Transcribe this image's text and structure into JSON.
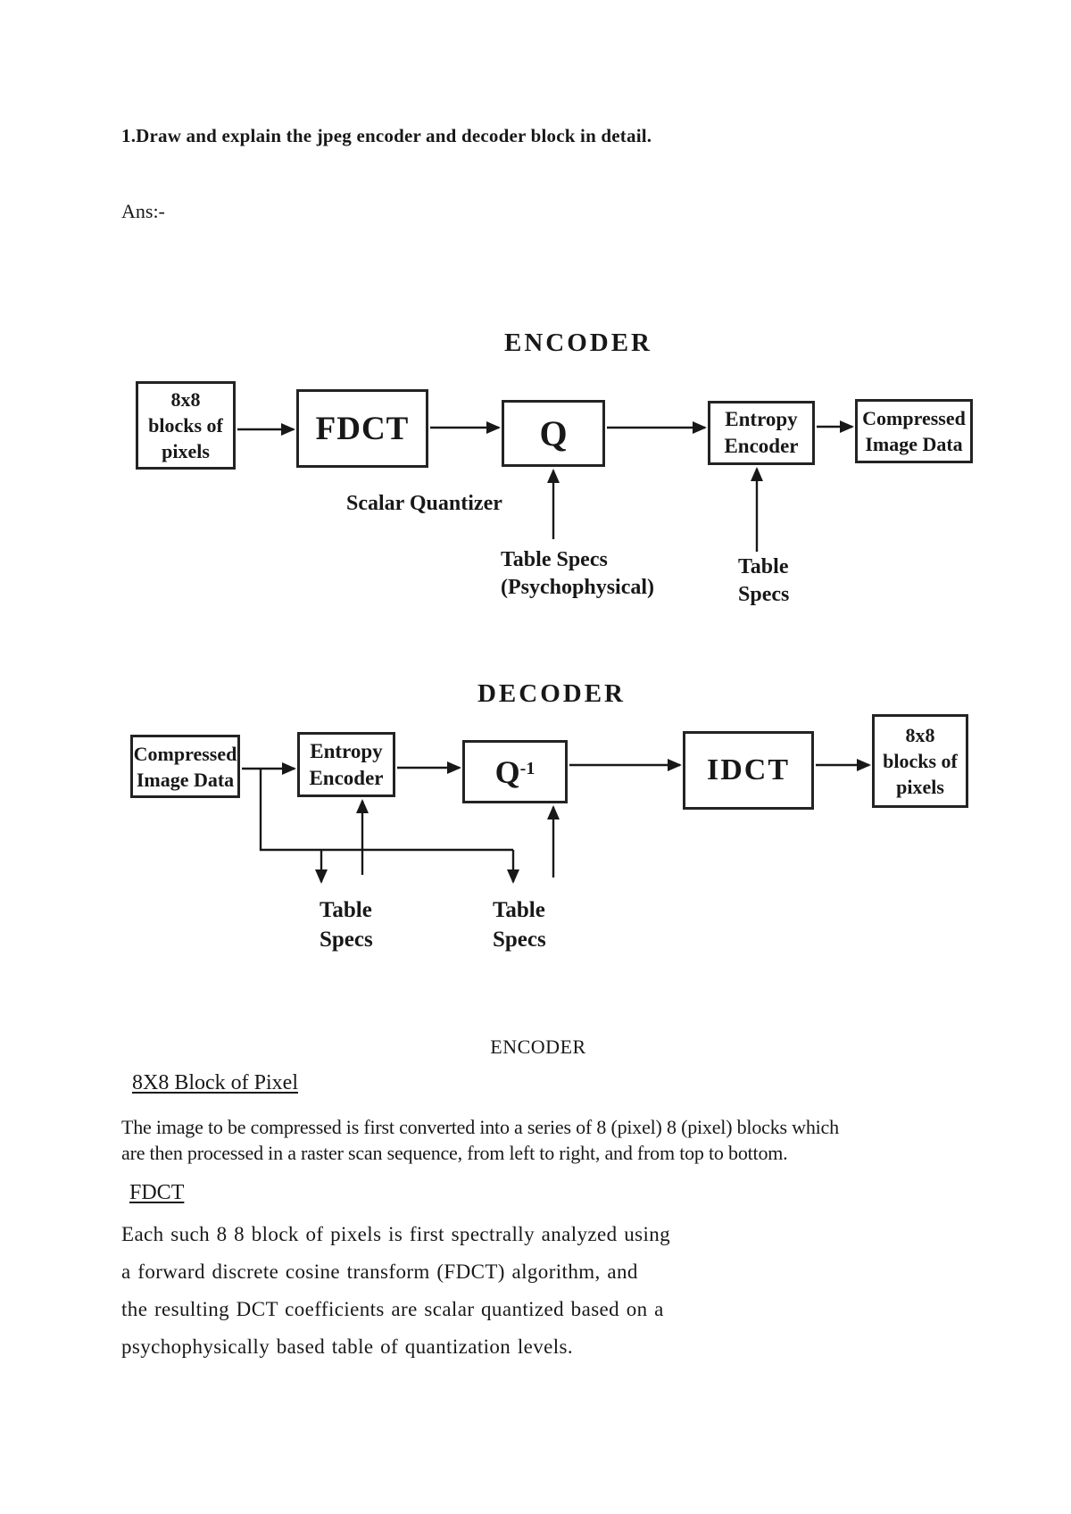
{
  "colors": {
    "ink": "#1b1b1b",
    "paper": "#ffffff"
  },
  "page": {
    "question": "1.Draw and explain the jpeg encoder and decoder block in detail.",
    "answer_label": "Ans:-"
  },
  "encoder_diagram": {
    "title": "ENCODER",
    "boxes": {
      "input": "8x8\nblocks of\npixels",
      "fdct": "FDCT",
      "q": "Q",
      "entropy": "Entropy\nEncoder",
      "output": "Compressed\nImage Data"
    },
    "labels": {
      "scalar_quantizer": "Scalar Quantizer",
      "table_specs_psychophysical": "Table Specs\n(Psychophysical)",
      "table_specs": "Table\nSpecs"
    }
  },
  "decoder_diagram": {
    "title": "DECODER",
    "boxes": {
      "input": "Compressed\nImage Data",
      "entropy": "Entropy\nEncoder",
      "qinv_base": "Q",
      "qinv_sup": "-1",
      "idct": "IDCT",
      "output": "8x8\nblocks of\npixels"
    },
    "labels": {
      "table_specs_left": "Table\nSpecs",
      "table_specs_right": "Table\nSpecs"
    }
  },
  "sections": {
    "encoder_heading": "ENCODER",
    "block_heading": "8X8 Block of Pixel",
    "block_text_lines": [
      "The image to be compressed is first converted into a series of 8 (pixel) 8 (pixel) blocks which",
      "are then processed in a raster scan sequence, from left to right, and from top to bottom."
    ],
    "fdct_heading": "FDCT",
    "fdct_lines": [
      "Each such 8 8 block of pixels is first spectrally analyzed using",
      "a forward discrete cosine transform (FDCT) algorithm, and",
      "the resulting DCT coefficients are scalar quantized based on a",
      "psychophysically based table of quantization levels."
    ]
  }
}
